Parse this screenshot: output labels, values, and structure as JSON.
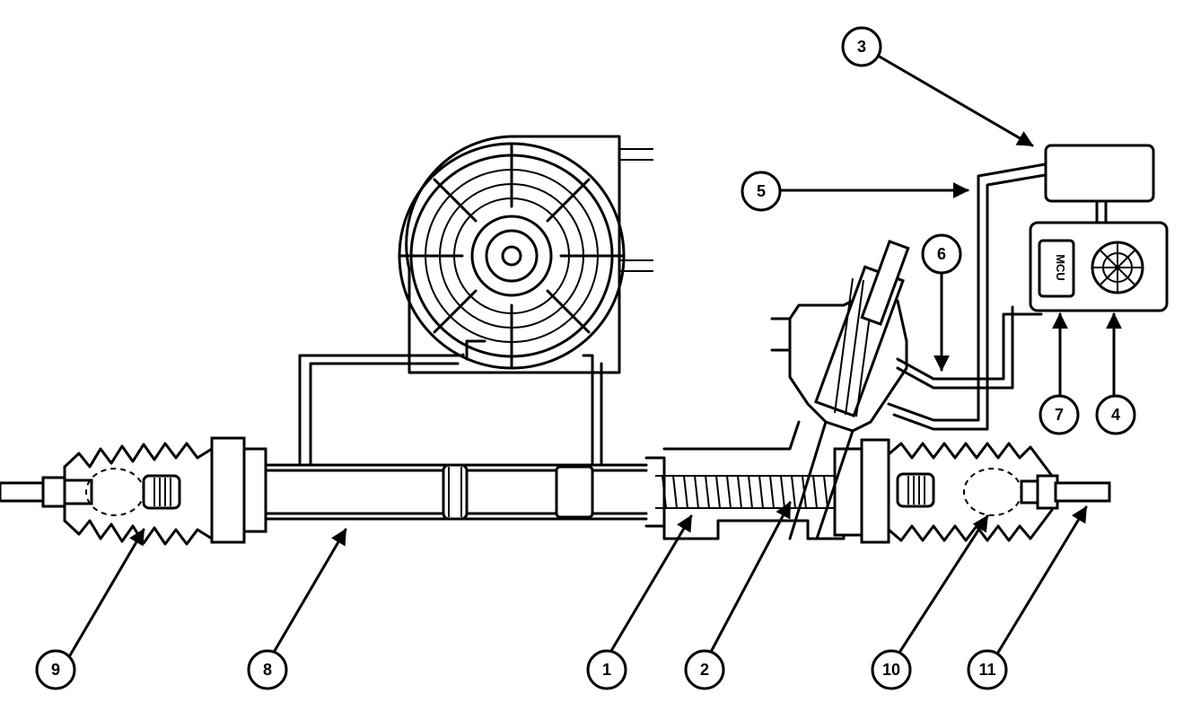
{
  "callouts": [
    {
      "id": "1",
      "label": "1"
    },
    {
      "id": "2",
      "label": "2"
    },
    {
      "id": "3",
      "label": "3"
    },
    {
      "id": "4",
      "label": "4"
    },
    {
      "id": "5",
      "label": "5"
    },
    {
      "id": "6",
      "label": "6"
    },
    {
      "id": "7",
      "label": "7"
    },
    {
      "id": "8",
      "label": "8"
    },
    {
      "id": "9",
      "label": "9"
    },
    {
      "id": "10",
      "label": "10"
    },
    {
      "id": "11",
      "label": "11"
    }
  ],
  "labels": {
    "sensor_text": "MCU"
  },
  "colors": {
    "line": "#000000",
    "background": "#ffffff"
  }
}
